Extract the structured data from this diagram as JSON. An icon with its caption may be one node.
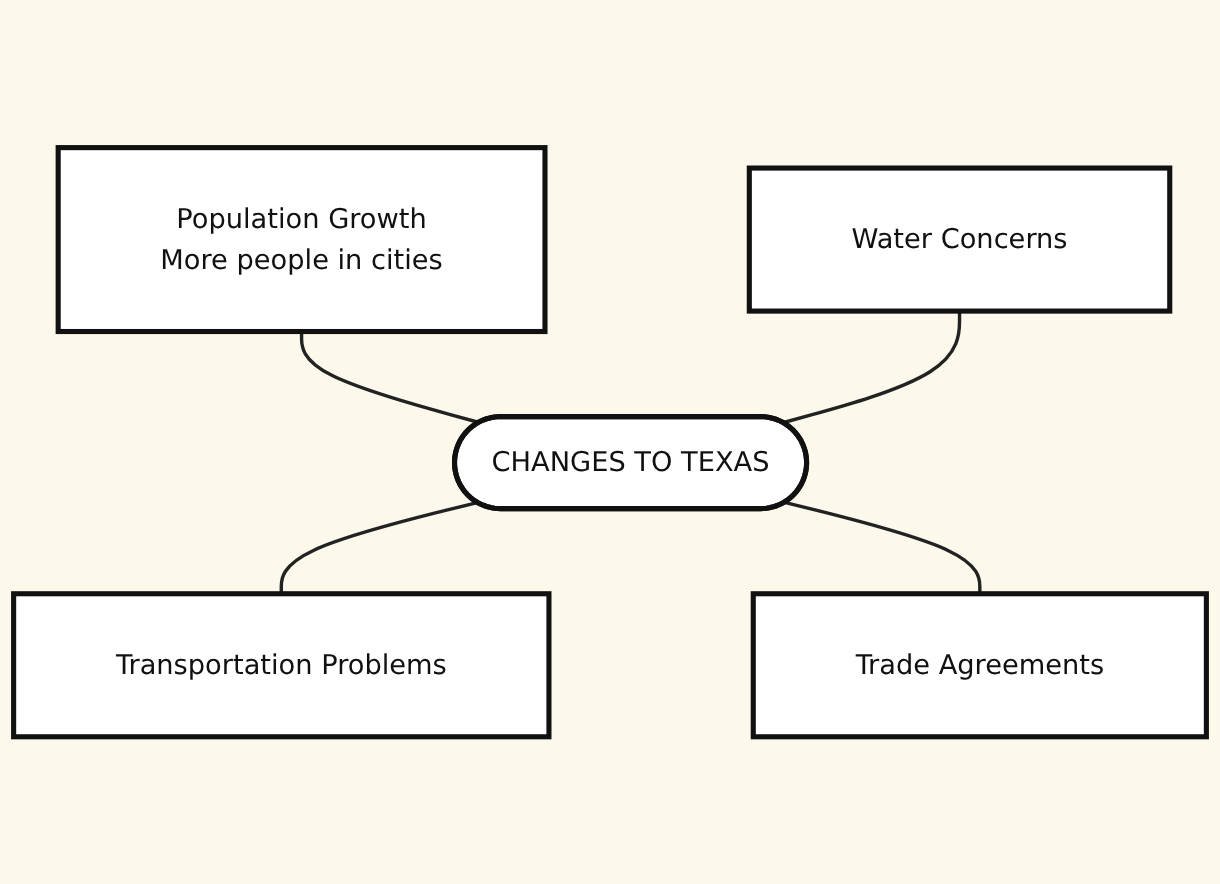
{
  "diagram": {
    "nodes": [
      {
        "text": [
          "Population Growth",
          "More people in cities"
        ]
      },
      {
        "text": [
          "Water Concerns"
        ]
      },
      {
        "text": [
          "CHANGES TO TEXAS"
        ]
      },
      {
        "text": [
          "Transportation Problems"
        ]
      },
      {
        "text": [
          "Trade Agreements"
        ]
      }
    ],
    "edges": [
      {
        "from": 0,
        "to": 2,
        "arrow": "none"
      },
      {
        "from": 1,
        "to": 2,
        "arrow": "none"
      },
      {
        "from": 2,
        "to": 3,
        "arrow": "none"
      },
      {
        "from": 2,
        "to": 4,
        "arrow": "none"
      }
    ]
  }
}
